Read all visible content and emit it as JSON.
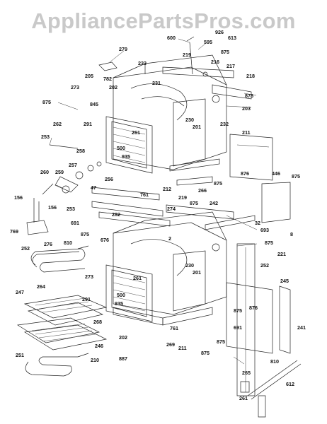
{
  "watermark": "AppliancePartsPros.com",
  "part_labels": [
    "600",
    "926",
    "613",
    "595",
    "875",
    "279",
    "219",
    "216",
    "217",
    "218",
    "205",
    "782",
    "233",
    "273",
    "202",
    "231",
    "878",
    "875",
    "845",
    "203",
    "230",
    "201",
    "232",
    "262",
    "291",
    "261",
    "211",
    "253",
    "500",
    "935",
    "876",
    "258",
    "256",
    "212",
    "266",
    "875",
    "446",
    "875",
    "260",
    "259",
    "257",
    "47",
    "761",
    "219",
    "875",
    "156",
    "274",
    "242",
    "156",
    "253",
    "282",
    "691",
    "693",
    "32",
    "8",
    "769",
    "875",
    "676",
    "2",
    "875",
    "252",
    "810",
    "273",
    "230",
    "201",
    "221",
    "276",
    "291",
    "261",
    "252",
    "264",
    "500",
    "935",
    "247",
    "245",
    "876",
    "875",
    "241",
    "246",
    "268",
    "202",
    "761",
    "269",
    "211",
    "875",
    "691",
    "887",
    "875",
    "810",
    "251",
    "210",
    "265",
    "612",
    "261"
  ]
}
